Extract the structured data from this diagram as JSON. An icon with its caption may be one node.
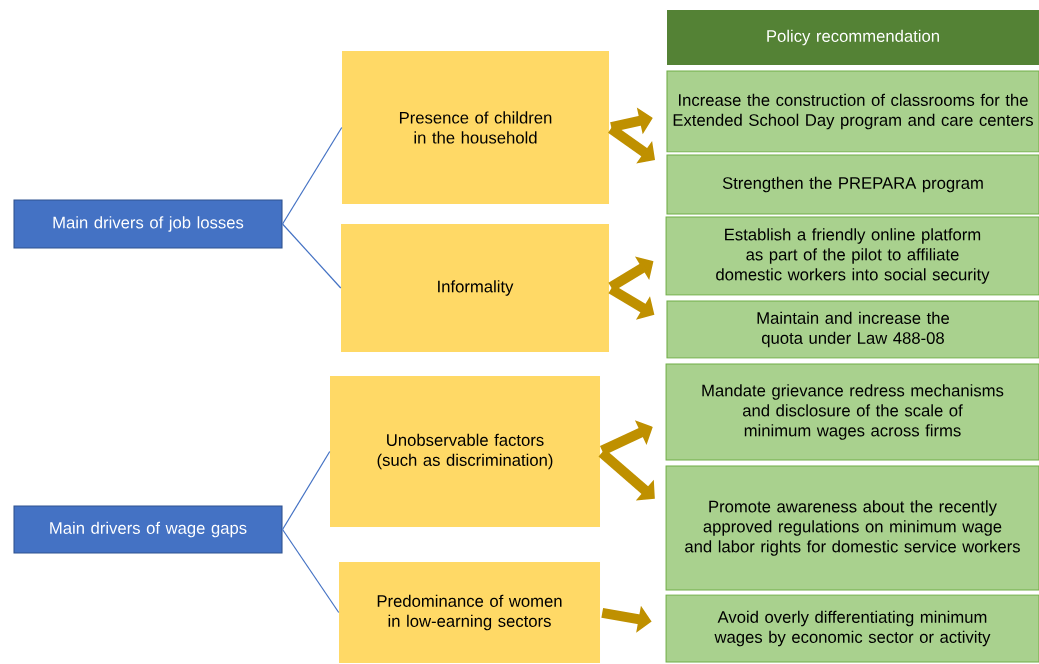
{
  "diagram": {
    "nodes": [
      {
        "text": [
          "Main drivers of job losses"
        ]
      },
      {
        "text": [
          "Presence of children in the household"
        ]
      },
      {
        "text": [
          "Informality"
        ]
      },
      {
        "text": [
          "Main drivers of wage gaps"
        ]
      },
      {
        "text": [
          "Unobservable factors (such as discrimination)"
        ]
      },
      {
        "text": [
          "Predominance of women in low-earning sectors"
        ]
      },
      {
        "text": [
          "Policy recommendation"
        ]
      },
      {
        "text": [
          "Increase the construction of classrooms for the Extended School Day program and care centers"
        ]
      },
      {
        "text": [
          "Strengthen the PREPARA program"
        ]
      },
      {
        "text": [
          "Establish a friendly online platform as part of the pilot to affiliate domestic workers into social security"
        ]
      },
      {
        "text": [
          "Maintain and increase the quota under Law 488-08"
        ]
      },
      {
        "text": [
          "Mandate grievance redress mechanisms and disclosure of the scale of minimum wages across firms"
        ]
      },
      {
        "text": [
          "Promote awareness about the recently approved regulations on minimum wage and labor rights for domestic service workers"
        ]
      },
      {
        "text": [
          "Avoid overly differentiating minimum wages by economic sector or activity"
        ]
      }
    ],
    "edges": [
      {
        "from": 0,
        "to": 1,
        "arrow": "none",
        "color": "#4472c4"
      },
      {
        "from": 0,
        "to": 2,
        "arrow": "none",
        "color": "#4472c4"
      },
      {
        "from": 3,
        "to": 4,
        "arrow": "none",
        "color": "#4472c4"
      },
      {
        "from": 3,
        "to": 5,
        "arrow": "none",
        "color": "#4472c4"
      },
      {
        "from": 1,
        "to": 7,
        "arrow": "to"
      },
      {
        "from": 1,
        "to": 8,
        "arrow": "to"
      },
      {
        "from": 2,
        "to": 9,
        "arrow": "to"
      },
      {
        "from": 2,
        "to": 10,
        "arrow": "to"
      },
      {
        "from": 4,
        "to": 11,
        "arrow": "to"
      },
      {
        "from": 4,
        "to": 12,
        "arrow": "to"
      },
      {
        "from": 5,
        "to": 13,
        "arrow": "to"
      }
    ]
  }
}
